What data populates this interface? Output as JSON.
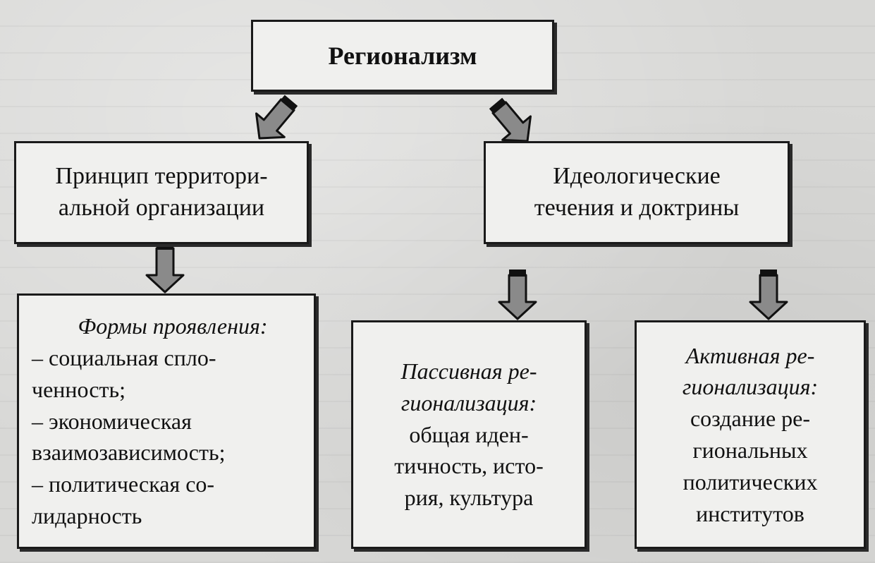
{
  "diagram": {
    "root": {
      "label": "Регионализм"
    },
    "branches": {
      "principle": {
        "line1": "Принцип территори-",
        "line2": "альной организации"
      },
      "ideology": {
        "line1": "Идеологические",
        "line2": "течения и доктрины"
      }
    },
    "leaves": {
      "forms": {
        "heading": "Формы проявления:",
        "lines": [
          "– социальная спло-",
          "ченность;",
          "– экономическая",
          "взаимозависимость;",
          "– политическая со-",
          "лидарность"
        ]
      },
      "passive": {
        "heading_line1": "Пассивная ре-",
        "heading_line2": "гионализация:",
        "lines": [
          "общая иден-",
          "тичность, исто-",
          "рия, культура"
        ]
      },
      "active": {
        "heading_line1": "Активная ре-",
        "heading_line2": "гионализация:",
        "lines": [
          "создание ре-",
          "гиональных",
          "политических",
          "институтов"
        ]
      }
    }
  },
  "colors": {
    "arrow_fill": "#8a8a8a",
    "arrow_stroke": "#111111",
    "box_fill": "#f0f0ee"
  }
}
